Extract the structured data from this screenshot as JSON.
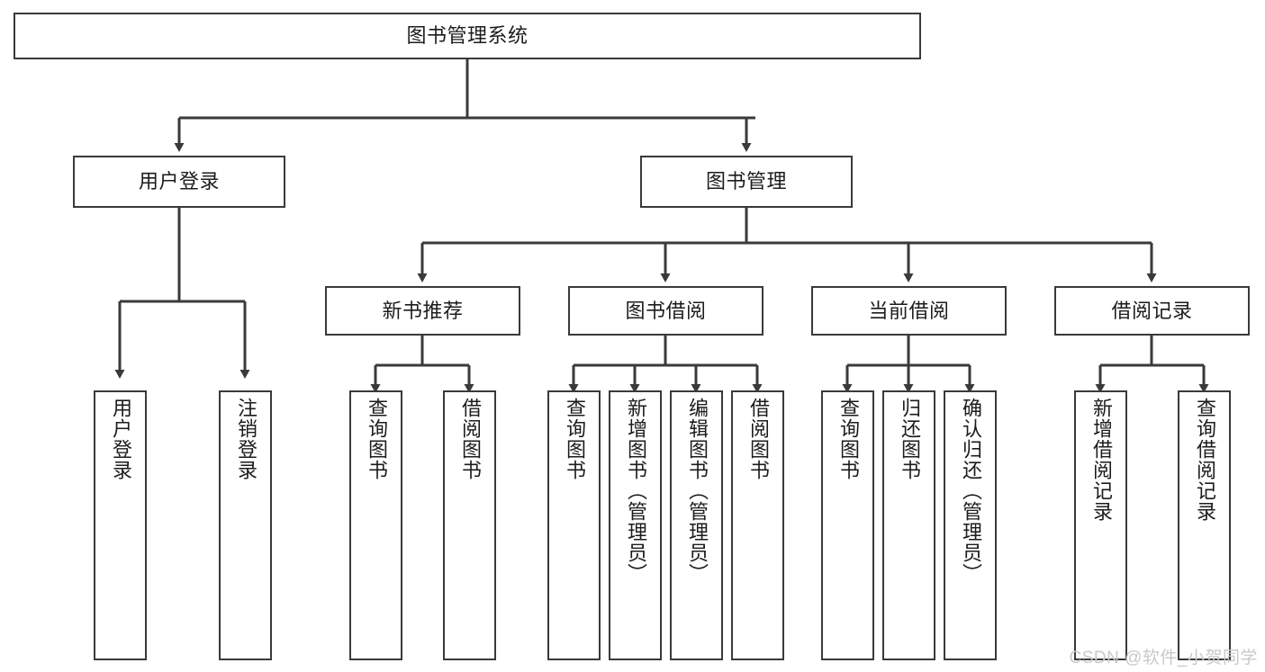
{
  "diagram": {
    "type": "tree",
    "title": "图书管理系统",
    "watermark": "CSDN @软件_小贺同学",
    "colors": {
      "box_border": "#3a3a3a",
      "box_fill": "#ffffff",
      "connector": "#3a3a3a",
      "text": "#1c1c1c",
      "watermark": "#c9c9c9"
    },
    "levels": {
      "root": {
        "label": "图书管理系统"
      },
      "level2": [
        {
          "label": "用户登录"
        },
        {
          "label": "图书管理"
        }
      ],
      "level3": [
        {
          "label": "新书推荐"
        },
        {
          "label": "图书借阅"
        },
        {
          "label": "当前借阅"
        },
        {
          "label": "借阅记录"
        }
      ],
      "leaves": {
        "user_login": [
          {
            "label": "用户登录"
          },
          {
            "label": "注销登录"
          }
        ],
        "new_book_recommend": [
          {
            "label": "查询图书"
          },
          {
            "label": "借阅图书"
          }
        ],
        "book_borrow": [
          {
            "label": "查询图书"
          },
          {
            "label": "新增图书（管理员）"
          },
          {
            "label": "编辑图书（管理员）"
          },
          {
            "label": "借阅图书"
          }
        ],
        "current_borrow": [
          {
            "label": "查询图书"
          },
          {
            "label": "归还图书"
          },
          {
            "label": "确认归还（管理员）"
          }
        ],
        "borrow_records": [
          {
            "label": "新增借阅记录"
          },
          {
            "label": "查询借阅记录"
          }
        ]
      }
    }
  }
}
